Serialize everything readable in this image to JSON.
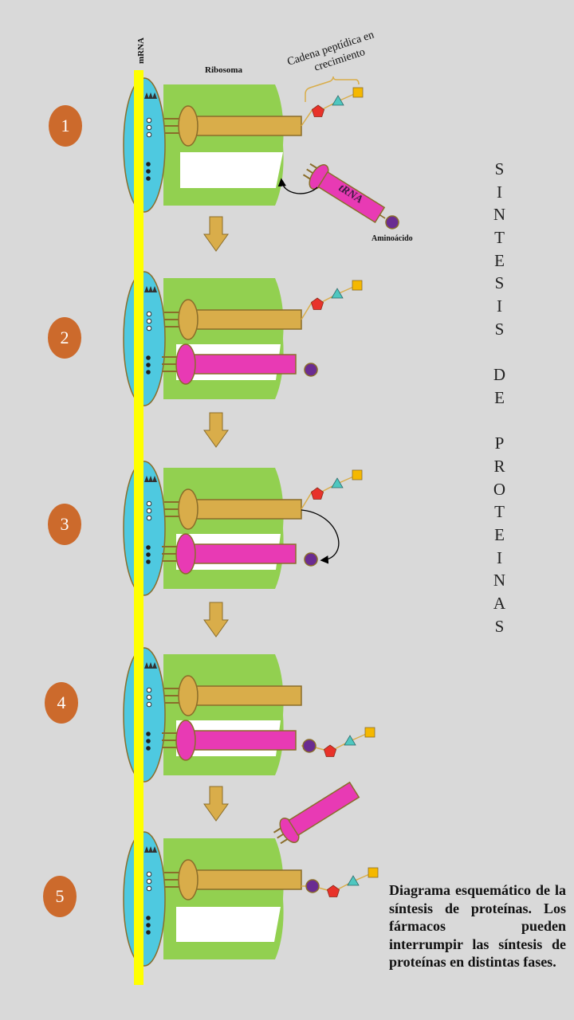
{
  "labels": {
    "mrna": "mRNA",
    "ribosome": "Ribosoma",
    "growing_chain": "Cadena peptídica en crecimiento",
    "trna": "tRNA",
    "amino_acid": "Aminoácido"
  },
  "steps": [
    "1",
    "2",
    "3",
    "4",
    "5"
  ],
  "title_letters": [
    "S",
    "I",
    "N",
    "T",
    "E",
    "S",
    "I",
    "S",
    "",
    "D",
    "E",
    "",
    "P",
    "R",
    "O",
    "T",
    "E",
    "I",
    "N",
    "A",
    "S"
  ],
  "caption": "Diagrama esquemático de la síntesis de proteínas. Los fármacos pueden interrumpir las síntesis de proteínas en distintas fases.",
  "colors": {
    "background": "#d9d9d9",
    "mrna_strand": "#ffff00",
    "ribosome_small": "#4ec9e0",
    "ribosome_large": "#92d050",
    "peptidyl_trna": "#d9ad4a",
    "incoming_trna": "#e83ab4",
    "amino_acid": "#6a2c91",
    "chain_pentagon": "#e8322a",
    "chain_triangle": "#4fc7c0",
    "chain_square": "#f5b800",
    "step_badge": "#cc6a2c",
    "arrow": "#d9ad4a"
  },
  "icons": [
    "down-arrow-icon",
    "curved-arrow-icon",
    "pentagon-icon",
    "triangle-icon",
    "square-icon",
    "circle-icon"
  ]
}
